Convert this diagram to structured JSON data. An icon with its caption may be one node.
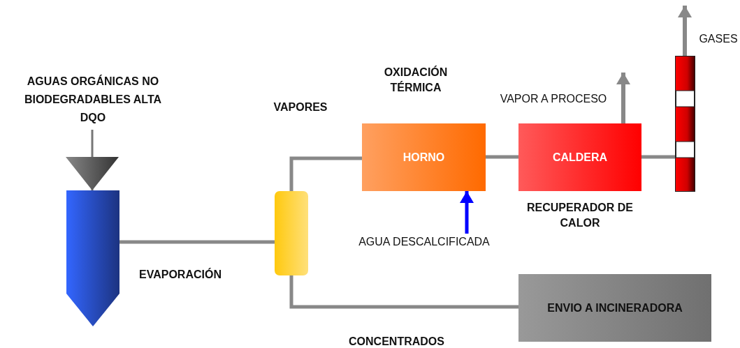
{
  "diagram": {
    "nodes": [
      {
        "text": [
          "AGUAS ORGÁNICAS NO BIODEGRADABLES ALTA DQO"
        ]
      },
      {
        "text": [],
        "shape": "bar",
        "beside": [
          "EVAPORACIÓN"
        ]
      },
      {
        "text": [],
        "shape": "box"
      },
      {
        "text": [
          "HORNO"
        ],
        "beside": [
          "OXIDACIÓN TÉRMICA"
        ]
      },
      {
        "text": [
          "CALDERA"
        ],
        "beside": [
          "RECUPERADOR DE CALOR"
        ]
      },
      {
        "text": [],
        "shape": "bar"
      },
      {
        "text": [
          "ENVIO A INCINERADORA"
        ]
      },
      {
        "text": [
          "AGUA DESCALCIFICADA"
        ]
      }
    ],
    "edges": [
      {
        "from": 0,
        "to": 1,
        "arrow": "to"
      },
      {
        "from": 1,
        "to": 2,
        "arrow": "none"
      },
      {
        "from": 2,
        "to": 3,
        "arrow": "none",
        "label": "VAPORES"
      },
      {
        "from": 3,
        "to": 4,
        "arrow": "none"
      },
      {
        "from": 4,
        "to": 5,
        "arrow": "none"
      },
      {
        "from": 2,
        "to": 6,
        "arrow": "none",
        "label": "CONCENTRADOS"
      },
      {
        "from": 7,
        "to": 3,
        "arrow": "to",
        "color": "#0000ff"
      },
      {
        "from": 4,
        "to": null,
        "arrow": "to",
        "label": "VAPOR A PROCESO"
      },
      {
        "from": 5,
        "to": null,
        "arrow": "to",
        "label": "GASES"
      }
    ]
  }
}
